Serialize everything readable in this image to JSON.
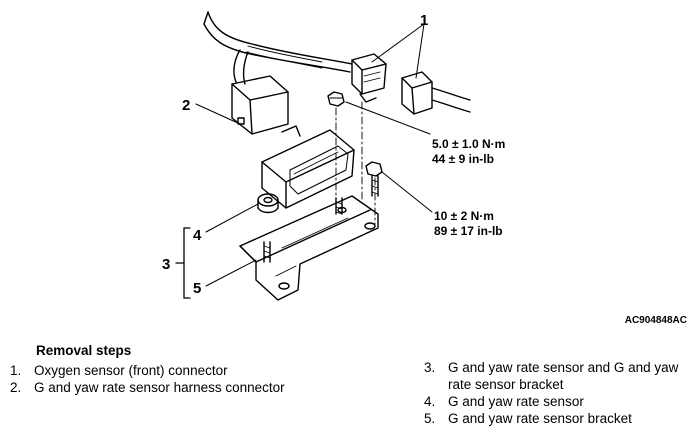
{
  "diagram": {
    "callouts": {
      "c1": "1",
      "c2": "2",
      "c3": "3",
      "c4": "4",
      "c5": "5"
    },
    "torque_upper": {
      "line1": "5.0 ± 1.0 N·m",
      "line2": "44 ± 9 in-lb"
    },
    "torque_lower": {
      "line1": "10 ± 2 N·m",
      "line2": "89 ± 17 in-lb"
    },
    "figure_code": "AC904848AC"
  },
  "removal": {
    "heading": "Removal steps",
    "steps": [
      {
        "num": "1.",
        "text": "Oxygen sensor (front) connector"
      },
      {
        "num": "2.",
        "text": "G and yaw rate sensor harness connector"
      },
      {
        "num": "3.",
        "text": "G and yaw rate sensor and G and yaw rate sensor bracket"
      },
      {
        "num": "4.",
        "text": "G and yaw rate sensor"
      },
      {
        "num": "5.",
        "text": "G and yaw rate sensor bracket"
      }
    ]
  }
}
